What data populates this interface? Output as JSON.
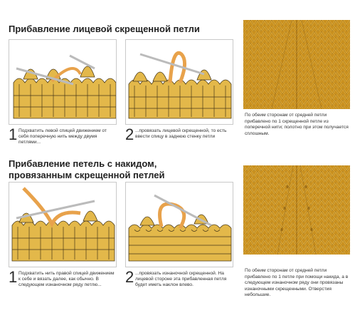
{
  "section1": {
    "title": "Прибавление лицевой скрещенной петли",
    "step1": {
      "num": "1",
      "text": "Подхватить левой спицей движением от себя поперечную нить между двумя петлями..."
    },
    "step2": {
      "num": "2",
      "text": "...провязать лицевой скрещенной, то есть ввести спицу в заднюю стенку петли"
    },
    "caption": "По обеим сторонам от средней петли прибавлено по 1 скрещенной петле из поперечной нити; полотно при этом получается сплошным."
  },
  "section2": {
    "title": "Прибавление петель с накидом, провязанным скрещенной петлей",
    "step1": {
      "num": "1",
      "text": "Подхватить нить правой спицей движением к себе и вязать далее, как обычно. В следующем изнаночном ряду петлю..."
    },
    "step2": {
      "num": "2",
      "text": "...провязать изнаночной скрещенной. На лицевой стороне эта прибавленная петля будет иметь наклон влево."
    },
    "caption": "По обеим сторонам от средней петли прибавлено по 1 петле при помощи накида, а в следующем изнаночном ряду они провязаны изнаночными скрещенными. Отверстия небольшие."
  },
  "colors": {
    "yarn": "#e3b84a",
    "yarn_dark": "#c8952a",
    "accent_loop": "#e8a24b",
    "photo_base": "#c9901f",
    "outline": "#4a3a1a"
  }
}
